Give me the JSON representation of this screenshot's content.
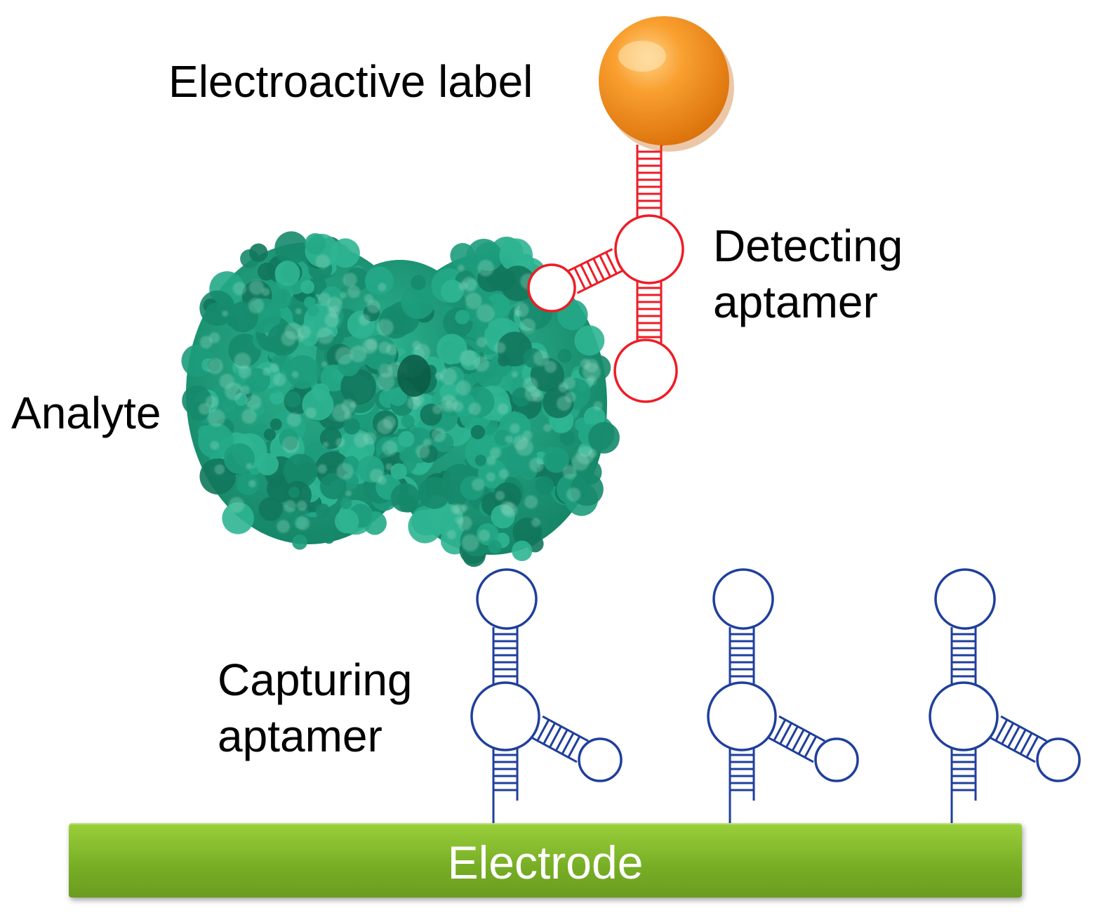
{
  "labels": {
    "electroactive_label": "Electroactive label",
    "detecting_aptamer_line1": "Detecting",
    "detecting_aptamer_line2": "aptamer",
    "analyte": "Analyte",
    "capturing_aptamer_line1": "Capturing",
    "capturing_aptamer_line2": "aptamer",
    "electrode": "Electrode"
  },
  "colors": {
    "detecting_aptamer": "#ee1c25",
    "capturing_aptamer": "#1f3f9c",
    "analyte": "#1a9a7a",
    "electroactive_label": "#f7941d",
    "electrode": "#7cb82f"
  }
}
